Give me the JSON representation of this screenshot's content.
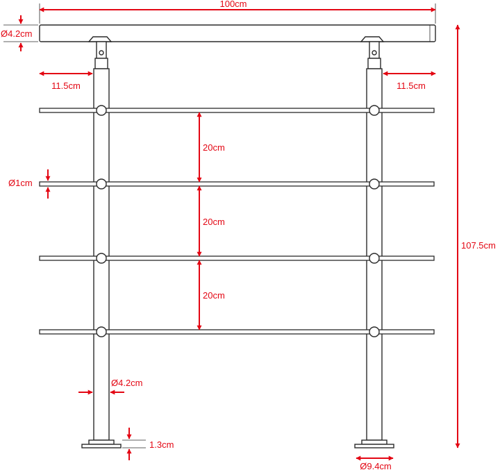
{
  "accent_color": "#e30613",
  "line_color": "#2a2a2a",
  "dimensions": {
    "total_width": "100cm",
    "handrail_diameter": "Ø4.2cm",
    "offset_left": "11.5cm",
    "offset_right": "11.5cm",
    "rod_diameter": "Ø1cm",
    "rod_spacing_1": "20cm",
    "rod_spacing_2": "20cm",
    "rod_spacing_3": "20cm",
    "total_height": "107.5cm",
    "post_diameter": "Ø4.2cm",
    "base_plate_height": "1.3cm",
    "base_plate_diameter": "Ø9.4cm"
  }
}
